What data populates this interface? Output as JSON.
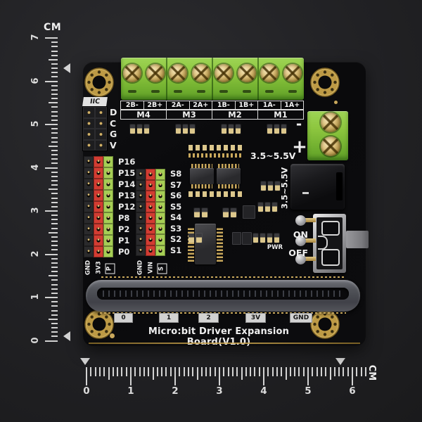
{
  "rulers": {
    "left": {
      "unit_label": "CM",
      "numbers": [
        "7",
        "6",
        "5",
        "4",
        "3",
        "2",
        "1",
        "0"
      ]
    },
    "bottom": {
      "unit_label": "CM",
      "numbers": [
        "0",
        "1",
        "2",
        "3",
        "4",
        "5",
        "6"
      ]
    }
  },
  "board": {
    "title": "Micro:bit Driver Expansion Board(V1.0)",
    "iic": {
      "label": "IIC",
      "pins": [
        "D",
        "C",
        "G",
        "V"
      ]
    },
    "motor_terminals": [
      "2B-",
      "2B+",
      "2A-",
      "2A+",
      "1B-",
      "1B+",
      "1A-",
      "1A+"
    ],
    "motor_groups": [
      "M4",
      "M3",
      "M2",
      "M1"
    ],
    "power": {
      "minus": "-",
      "plus": "+",
      "voltage_range": "3.5~5.5V",
      "voltage_range_vertical": "3.5~5.5V"
    },
    "switch": {
      "on": "ON",
      "off": "OFF",
      "pwr": "PWR"
    },
    "p_header": {
      "row_labels": [
        "P16",
        "P15",
        "P14",
        "P13",
        "P12",
        "P8",
        "P2",
        "P1",
        "P0"
      ],
      "col_labels": [
        "GND",
        "3V3",
        "P"
      ]
    },
    "s_header": {
      "row_labels": [
        "S8",
        "S7",
        "S6",
        "S5",
        "S4",
        "S3",
        "S2",
        "S1"
      ],
      "col_labels": [
        "GND",
        "VIN",
        "S"
      ]
    },
    "edge_tags": [
      "0",
      "1",
      "2",
      "3V",
      "GND"
    ]
  },
  "colors": {
    "pcb": "#0b0b0d",
    "terminal_green": "#8dc63f",
    "header_red": "#d23c32",
    "header_green": "#a6ce55",
    "gold": "#c9a85c",
    "silkscreen": "#e8e8e8",
    "background": "#202023"
  }
}
